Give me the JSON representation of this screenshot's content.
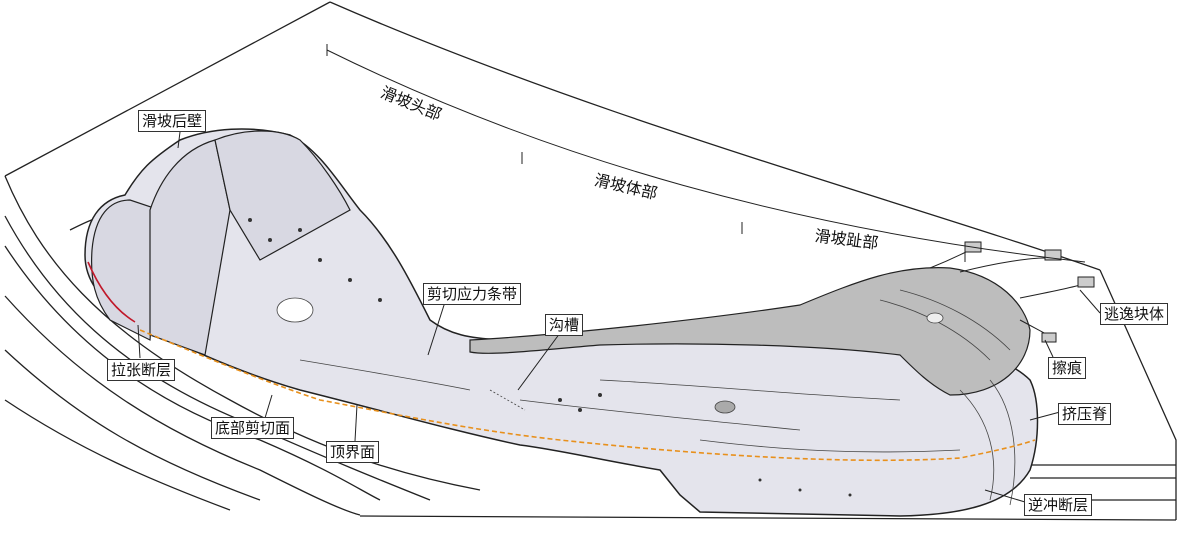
{
  "zones": {
    "head": "滑坡头部",
    "body": "滑坡体部",
    "toe": "滑坡趾部"
  },
  "labels": {
    "headscarp": "滑坡后壁",
    "shear_band": "剪切应力条带",
    "groove": "沟槽",
    "outrunner": "逃逸块体",
    "striation": "擦痕",
    "pressure_ridge": "挤压脊",
    "thrust_fault": "逆冲断层",
    "extensional_fault": "拉张断层",
    "basal_shear_surface": "底部剪切面",
    "top_surface": "顶界面"
  },
  "colors": {
    "body": "#e4e4ec",
    "toe_lobe": "#bdbdbd",
    "basal_line": "#e8901c",
    "extension": "#c0182a"
  }
}
